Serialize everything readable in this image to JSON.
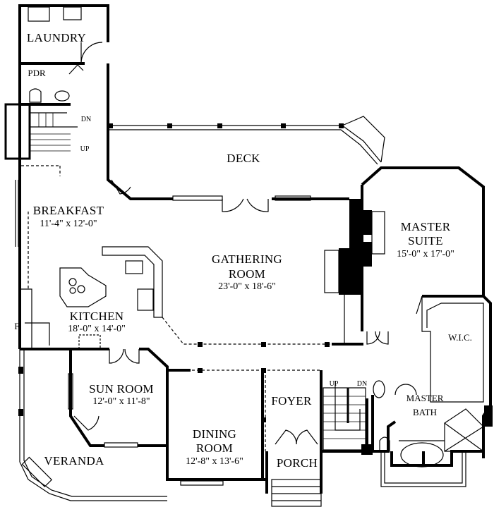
{
  "rooms": {
    "laundry": {
      "name": "LAUNDRY"
    },
    "pdr": {
      "name": "PDR"
    },
    "deck": {
      "name": "DECK"
    },
    "breakfast": {
      "name": "BREAKFAST",
      "dims": "11'-4\" x 12'-0\""
    },
    "master_suite": {
      "name_1": "MASTER",
      "name_2": "SUITE",
      "dims": "15'-0\" x 17'-0\""
    },
    "gathering_room": {
      "name_1": "GATHERING",
      "name_2": "ROOM",
      "dims": "23'-0\" x 18'-6\""
    },
    "kitchen": {
      "name": "KITCHEN",
      "dims": "18'-0\" x 14'-0\""
    },
    "wic": {
      "name": "W.I.C."
    },
    "sun_room": {
      "name": "SUN ROOM",
      "dims": "12'-0\" x 11'-8\""
    },
    "dining_room": {
      "name_1": "DINING",
      "name_2": "ROOM",
      "dims": "12'-8\" x 13'-6\""
    },
    "foyer": {
      "name": "FOYER"
    },
    "master_bath": {
      "name_1": "MASTER",
      "name_2": "BATH"
    },
    "veranda": {
      "name": "VERANDA"
    },
    "porch": {
      "name": "PORCH"
    }
  },
  "stairs": {
    "rear_dn": "DN",
    "rear_up": "UP",
    "front_up": "UP",
    "front_dn": "DN"
  },
  "misc": {
    "marker": "F"
  }
}
